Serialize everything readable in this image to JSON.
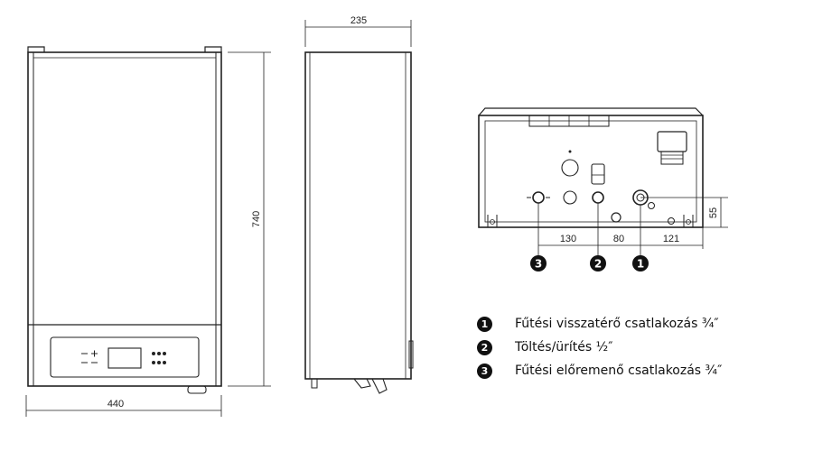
{
  "dimensions": {
    "front_width": "440",
    "height": "740",
    "side_depth": "235",
    "bottom_offset": "55",
    "spacing_1": "130",
    "spacing_2": "80",
    "spacing_3": "121"
  },
  "callouts": [
    "3",
    "2",
    "1"
  ],
  "legend": [
    {
      "number": "1",
      "label": "Fűtési visszatérő csatlakozás ¾″"
    },
    {
      "number": "2",
      "label": "Töltés/ürítés ½″"
    },
    {
      "number": "3",
      "label": "Fűtési előremenő csatlakozás ¾″"
    }
  ],
  "colors": {
    "line": "#222222",
    "badge": "#111111"
  }
}
